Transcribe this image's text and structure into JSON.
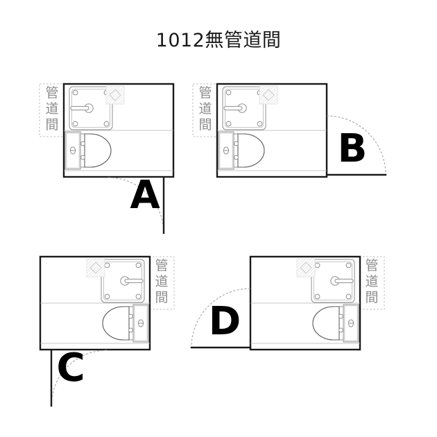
{
  "title": "1012無管道間",
  "shaft_label": "管道間",
  "shaft_label_chars": [
    "管",
    "道",
    "間"
  ],
  "colors": {
    "wall": "#1a1a1a",
    "fixture": "#8f8f8f",
    "shaft_text": "#8d8d8d",
    "shaft_border": "#bdbdbd",
    "door_arc": "#9a9a9a",
    "letter": "#000000",
    "background": "#ffffff",
    "hatch": "#d2d2d2"
  },
  "plans": [
    {
      "id": "A",
      "letter": "A",
      "shaft_side": "left",
      "door_wall": "bottom",
      "door_swing": "right",
      "fixtures": [
        "basin",
        "toilet",
        "floor-drain"
      ]
    },
    {
      "id": "B",
      "letter": "B",
      "shaft_side": "left",
      "door_wall": "right",
      "door_swing": "down",
      "fixtures": [
        "basin",
        "toilet",
        "floor-drain"
      ]
    },
    {
      "id": "C",
      "letter": "C",
      "shaft_side": "right",
      "door_wall": "bottom",
      "door_swing": "left",
      "fixtures": [
        "basin",
        "toilet",
        "floor-drain"
      ]
    },
    {
      "id": "D",
      "letter": "D",
      "shaft_side": "right",
      "door_wall": "left",
      "door_swing": "down",
      "fixtures": [
        "basin",
        "toilet",
        "floor-drain"
      ]
    }
  ]
}
